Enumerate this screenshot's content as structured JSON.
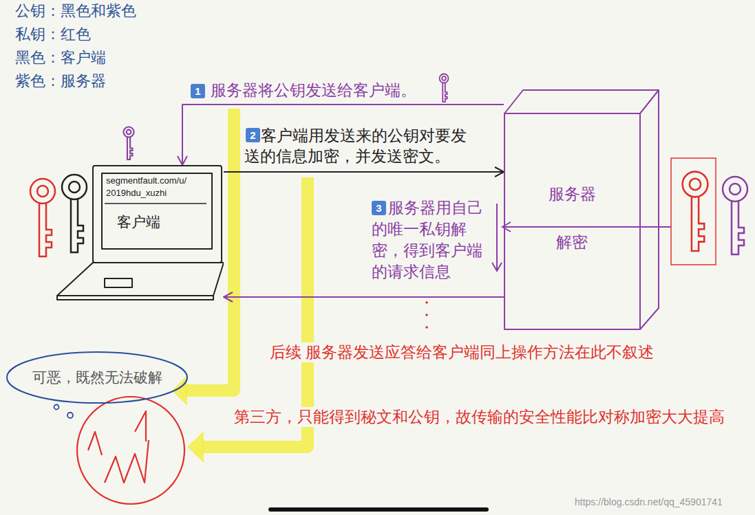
{
  "diagram": {
    "nodes": [
      {
        "text": [
          "segmentfault.com/u/ 2019hdu_xuzhi",
          "客户端"
        ]
      },
      {
        "text": [
          "服务器",
          "解密"
        ]
      },
      {
        "text": [
          "可恶，既然无法破解"
        ]
      }
    ],
    "edges": [
      {
        "from": 1,
        "to": 0,
        "label": "服务器将公钥发送给客户端。",
        "arrow": "to"
      },
      {
        "from": 0,
        "to": 1,
        "label": "客户端用发送来的公钥对要发送的信息加密，并发送密文。",
        "arrow": "to"
      },
      {
        "from": 1,
        "to": 0,
        "arrow": "to"
      }
    ],
    "labels": [
      "公钥：黑色和紫色",
      "私钥：红色",
      "黑色：客户端",
      "紫色：服务器",
      "1",
      "2",
      "3",
      "服务器用自己的唯一私钥解密，得到客户端的请求信息",
      "后续 服务器发送应答给客户端同上操作方法在此不叙述",
      "第三方，只能得到秘文和公钥，故传输的安全性能比对称加密大大提高",
      "https://blog.csdn.net/qq_45901741"
    ]
  }
}
